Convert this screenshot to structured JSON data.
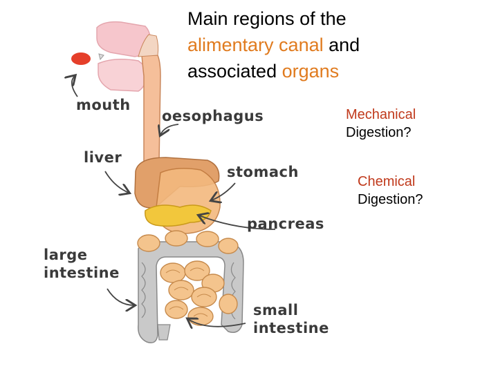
{
  "title": {
    "line1": "Main regions of the",
    "line2_orange": "alimentary canal",
    "line2_rest": " and",
    "line3_start": "associated ",
    "line3_orange": "organs"
  },
  "questions": {
    "mechanical_colored": "Mechanical",
    "mechanical_rest": "Digestion?",
    "chemical_colored": "Chemical",
    "chemical_rest": "Digestion?"
  },
  "labels": {
    "mouth": "mouth",
    "oesophagus": "oesophagus",
    "liver": "liver",
    "stomach": "stomach",
    "pancreas": "pancreas",
    "large_intestine_1": "large",
    "large_intestine_2": "intestine",
    "small_intestine_1": "small",
    "small_intestine_2": "intestine"
  },
  "colors": {
    "title_accent": "#e07b1f",
    "question_accent": "#c0391b",
    "label_text": "#3a3a3a"
  }
}
